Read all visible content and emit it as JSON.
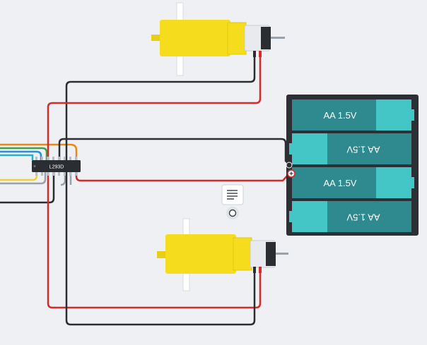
{
  "colors": {
    "background": "#eef0f3",
    "wire_red": "#d62b2b",
    "wire_black": "#2a2d32",
    "wire_orange": "#e58a14",
    "wire_green": "#3aa14a",
    "wire_blue": "#2a8ed6",
    "wire_yellow": "#f2d230",
    "wire_gray": "#9aa1a8",
    "motor_yellow": "#f5dc1c",
    "battery_cell": "#2e8a8e",
    "battery_cap": "#45c6c6",
    "battery_case": "#2c2f33"
  },
  "ic": {
    "label": "L293D"
  },
  "battery": {
    "cells": [
      {
        "label": "AA 1.5V",
        "flipped": false
      },
      {
        "label": "AA 1.5V",
        "flipped": true
      },
      {
        "label": "AA 1.5V",
        "flipped": false
      },
      {
        "label": "AA 1.5V",
        "flipped": true
      }
    ],
    "plus_symbol": "+"
  },
  "note": {
    "icon": "note-icon"
  }
}
